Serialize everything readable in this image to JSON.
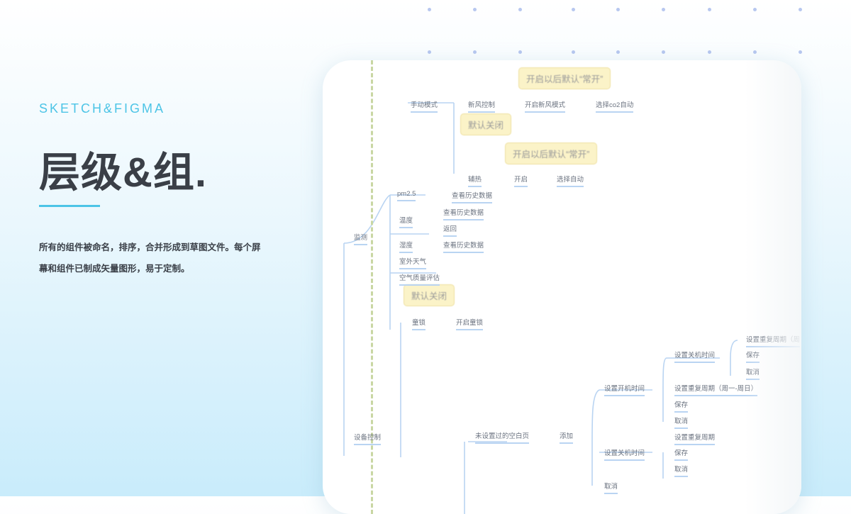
{
  "hero": {
    "eyebrow": "SKETCH&FIGMA",
    "headline": "层级&组.",
    "description_line1": "所有的组件被命名，排序，合并形成到草图文件。每个屏",
    "description_line2": "幕和组件已制成矢量图形，易于定制。"
  },
  "colors": {
    "accent": "#4cc4e6",
    "heading": "#3a3f47",
    "dot": "#b7c7ef",
    "callout_bg": "#fbf3c8",
    "branch_line": "#b9d4f2"
  },
  "mindmap": {
    "callouts": [
      "开启以后默认“常开”",
      "默认关闭",
      "开启以后默认“常开”",
      "默认关闭"
    ],
    "nodes": {
      "manual_mode": "手动模式",
      "fresh_air": "新风控制",
      "open_fresh_mode": "开启新风模式",
      "select_co2_auto": "选择co2自动",
      "aux_heat": "辅热",
      "open": "开启",
      "select_auto": "选择自动",
      "pm25": "pm2.5",
      "view_history_1": "查看历史数据",
      "temperature": "温度",
      "view_history_2": "查看历史数据",
      "back": "返回",
      "humidity": "湿度",
      "view_history_3": "查看历史数据",
      "outdoor_weather": "室外天气",
      "air_quality": "空气质量评估",
      "monitor": "监测",
      "child_lock": "童锁",
      "open_child_lock": "开启童锁",
      "set_repeat_week_top": "设置重复周期（周",
      "set_off_time_1": "设置关机时间",
      "save_1": "保存",
      "cancel_1": "取消",
      "set_on_time": "设置开机时间",
      "set_repeat_week": "设置重复周期（周一-周日）",
      "save_2": "保存",
      "cancel_2": "取消",
      "device_control": "设备控制",
      "unset_blank_page": "未设置过的空白页",
      "add": "添加",
      "set_repeat_2": "设置重复周期",
      "set_off_time_2": "设置关机时间",
      "save_3": "保存",
      "cancel_3": "取消",
      "cancel_4": "取消"
    }
  }
}
